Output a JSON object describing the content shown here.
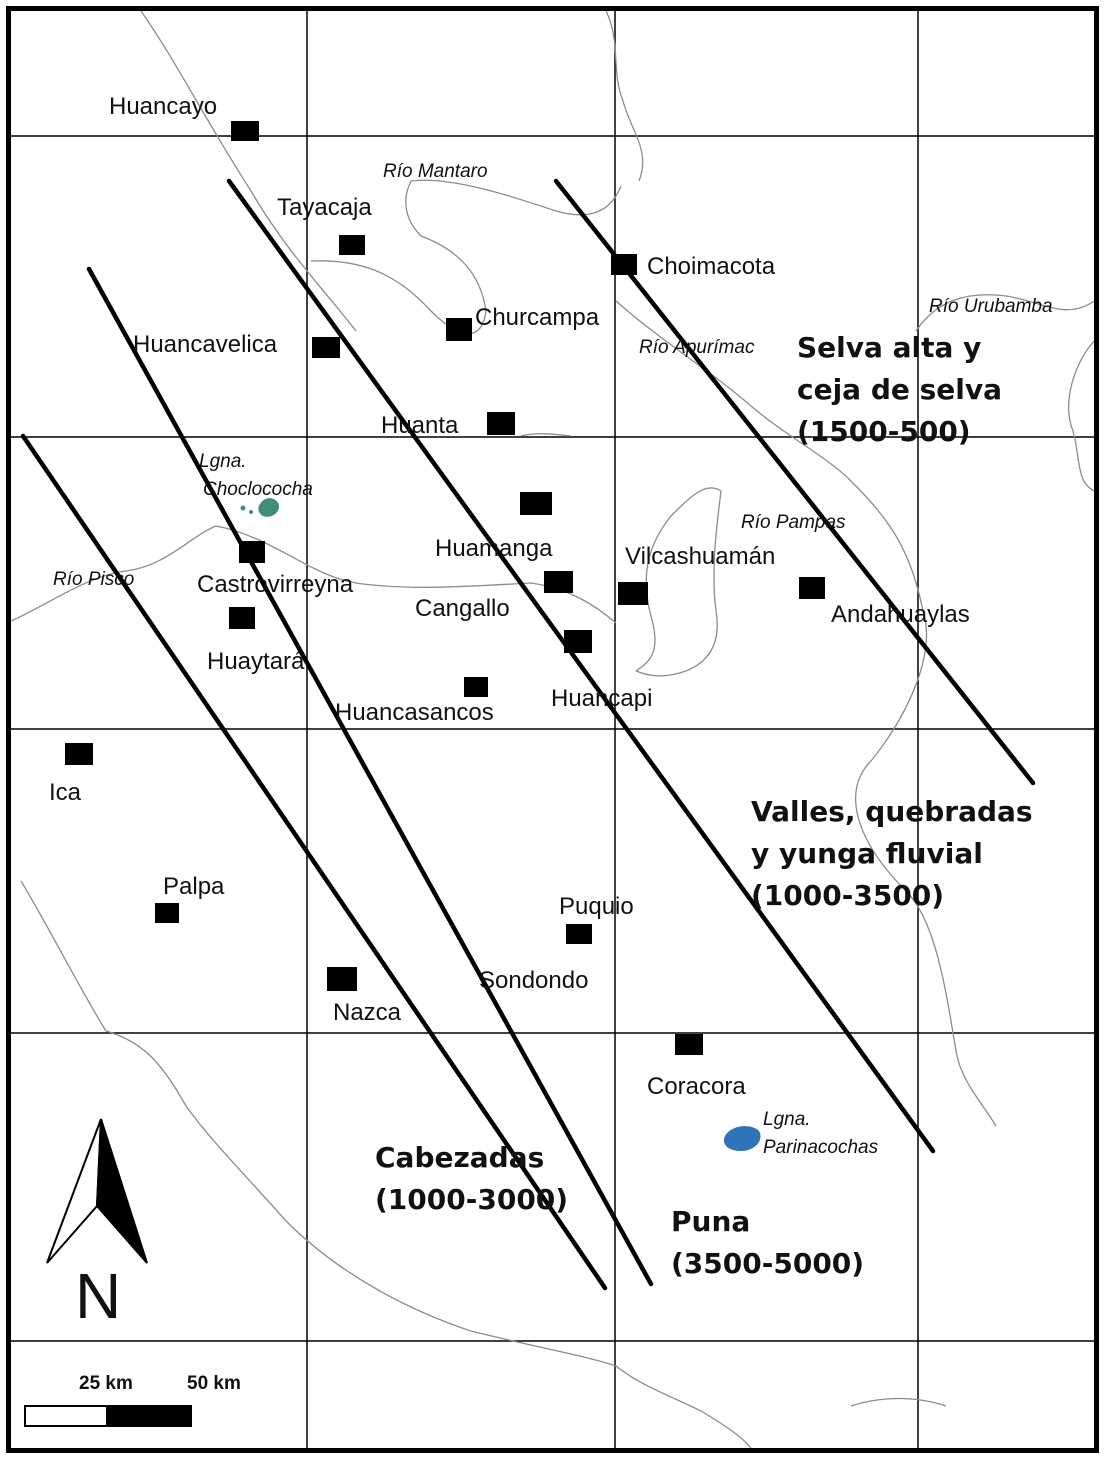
{
  "map": {
    "towns": [
      "Huancayo",
      "Tayacaja",
      "Choimacota",
      "Huancavelica",
      "Churcampa",
      "Huanta",
      "Huamanga",
      "Vilcashuamán",
      "Castrovirreyna",
      "Cangallo",
      "Andahuaylas",
      "Huaytará",
      "Huancasancos",
      "Huancapi",
      "Ica",
      "Palpa",
      "Puquio",
      "Sondondo",
      "Nazca",
      "Coracora"
    ],
    "rivers": [
      "Río Mantaro",
      "Río Urubamba",
      "Río Apurímac",
      "Río Pampas",
      "Río Pisco"
    ],
    "lakes": [
      {
        "line1": "Lgna.",
        "line2": "Choclococha",
        "color": "#3f8f78"
      },
      {
        "line1": "Lgna.",
        "line2": "Parinacochas",
        "color": "#2f73b8"
      }
    ],
    "zones": [
      {
        "line1": "Selva alta y",
        "line2": "ceja de selva",
        "line3": "(1500-500)"
      },
      {
        "line1": "Valles, quebradas",
        "line2": "y yunga fluvial",
        "line3": "(1000-3500)"
      },
      {
        "line1": "Cabezadas",
        "line2": "(1000-3000)"
      },
      {
        "line1": "Puna",
        "line2": "(3500-5000)"
      }
    ],
    "north_label": "N",
    "scale": {
      "label_1": "25 km",
      "label_2": "50 km"
    }
  }
}
